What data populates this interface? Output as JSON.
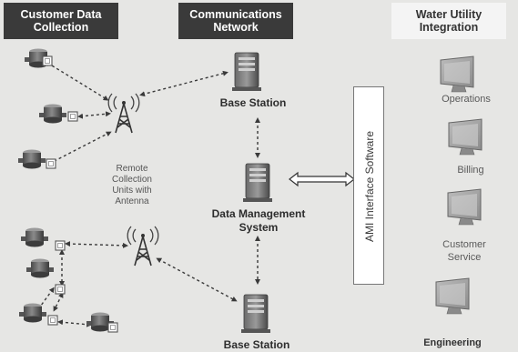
{
  "headers": {
    "customer": "Customer Data\nCollection",
    "network": "Communications\nNetwork",
    "utility": "Water Utility\nIntegration"
  },
  "labels": {
    "base_station_top": "Base Station",
    "data_management": "Data Management\nSystem",
    "base_station_bottom": "Base Station",
    "remote_units": "Remote\nCollection\nUnits with\nAntenna",
    "ami": "AMI Interface Software"
  },
  "utility_items": [
    "Operations",
    "Billing",
    "Customer\nService",
    "Engineering"
  ],
  "colors": {
    "background": "#e6e6e4",
    "header_dark": "#3a3a3a",
    "header_light": "#f4f4f4"
  },
  "icons": {
    "meter": "water-meter-icon",
    "transmitter": "transmitter-icon",
    "antenna": "radio-tower-icon",
    "server": "server-icon",
    "monitor": "monitor-icon"
  }
}
